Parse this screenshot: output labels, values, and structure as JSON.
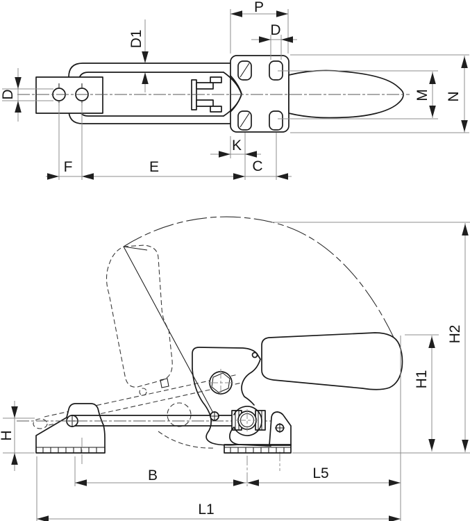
{
  "drawing": {
    "kind": "toggle-latch-clamp technical drawing",
    "views": [
      "top view",
      "side view"
    ]
  },
  "colors": {
    "background": "#ffffff",
    "object_line": "#1a1a1a",
    "dimension_line": "#8c8c8c",
    "label_text": "#141414"
  },
  "views": {
    "top": {
      "dims": {
        "p": "P",
        "d_slot": "D",
        "d1": "D1",
        "d_hole": "D",
        "m": "M",
        "n": "N",
        "k": "K",
        "f": "F",
        "e": "E",
        "c": "C"
      }
    },
    "side": {
      "dims": {
        "h": "H",
        "h1": "H1",
        "h2": "H2",
        "b": "B",
        "l5": "L5",
        "l1": "L1"
      }
    }
  }
}
